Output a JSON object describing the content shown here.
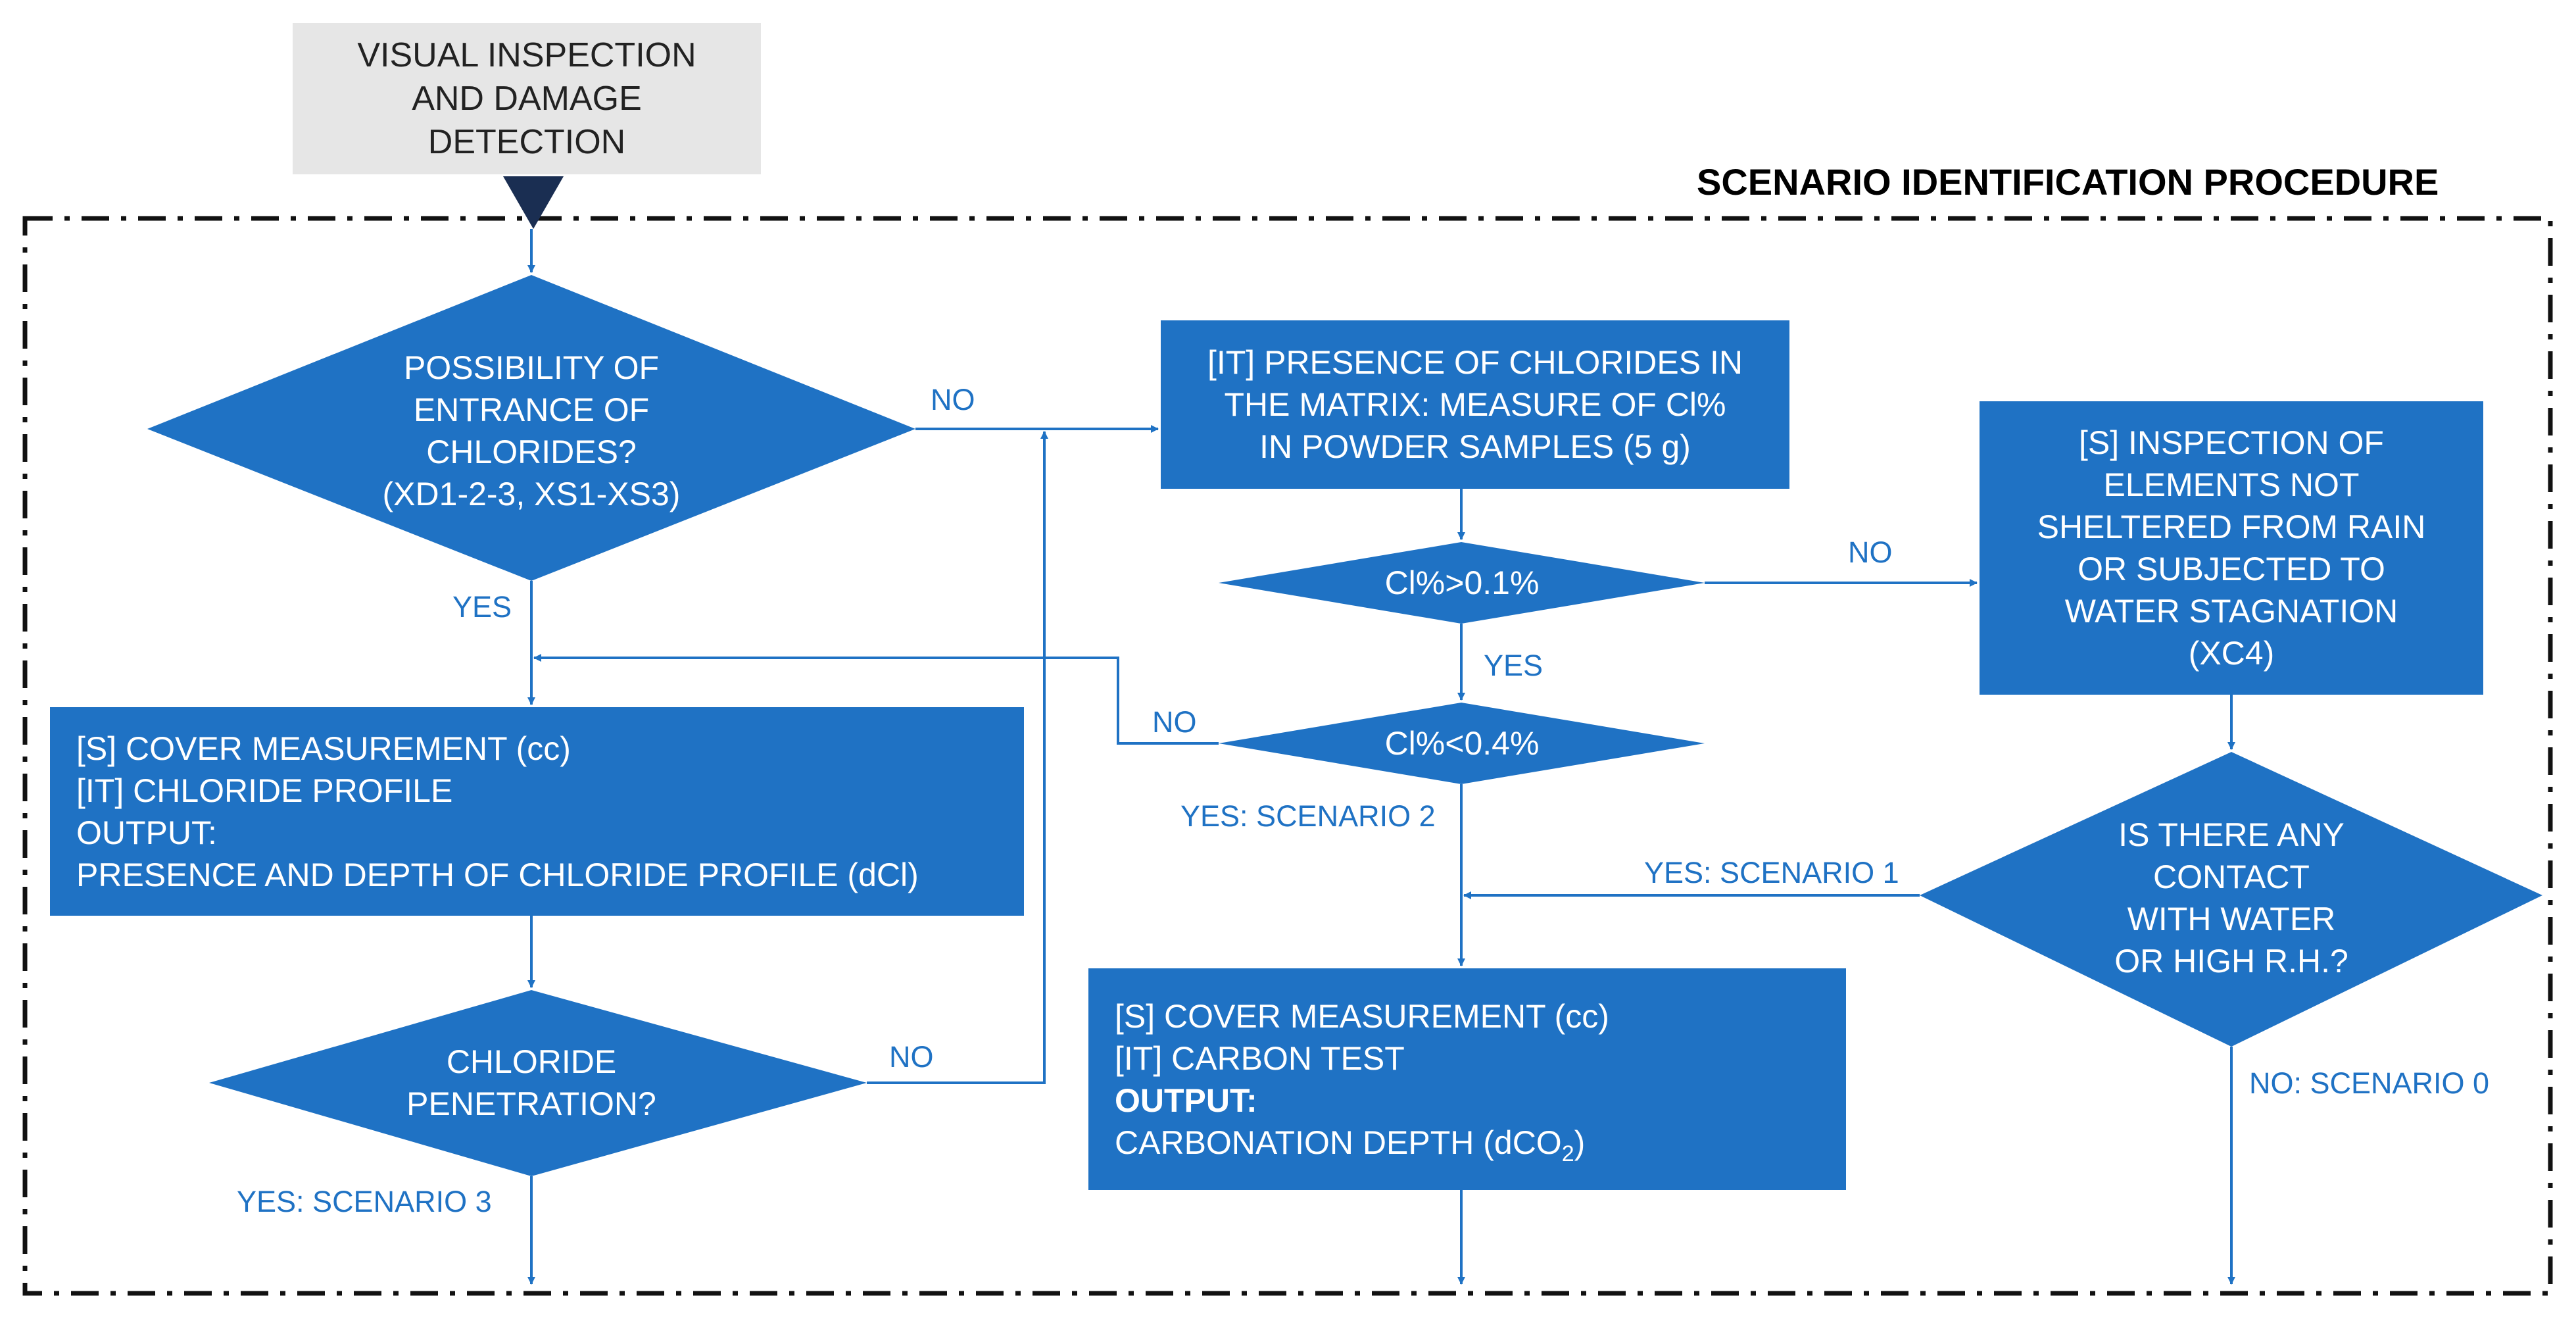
{
  "colors": {
    "node_fill": "#1f72c4",
    "start_fill": "#e6e6e6",
    "arrow": "#1f72c4",
    "frame": "#111111",
    "start_arrow": "#1a2e52",
    "edge_label": "#1f72c4"
  },
  "procedure_title": "SCENARIO IDENTIFICATION PROCEDURE",
  "start": {
    "lines": [
      "VISUAL INSPECTION",
      "AND DAMAGE",
      "DETECTION"
    ]
  },
  "decisions": {
    "chlorides_entrance": {
      "lines": [
        "POSSIBILITY OF",
        "ENTRANCE OF",
        "CHLORIDES?",
        "(XD1-2-3, XS1-XS3)"
      ]
    },
    "cl_above_01": {
      "lines": [
        "Cl%>0.1%"
      ]
    },
    "cl_below_04": {
      "lines": [
        "Cl%<0.4%"
      ]
    },
    "chloride_penetration": {
      "lines": [
        "CHLORIDE",
        "PENETRATION?"
      ]
    },
    "water_contact": {
      "lines": [
        "IS THERE ANY",
        "CONTACT",
        "WITH WATER",
        "OR HIGH R.H.?"
      ]
    }
  },
  "processes": {
    "chlorides_matrix": {
      "lines": [
        "[IT] PRESENCE OF CHLORIDES IN",
        "THE MATRIX: MEASURE OF Cl%",
        "IN POWDER SAMPLES (5 g)"
      ]
    },
    "inspection_rain": {
      "lines": [
        "[S] INSPECTION OF",
        "ELEMENTS NOT",
        "SHELTERED FROM RAIN",
        "OR SUBJECTED TO",
        "WATER STAGNATION",
        "(XC4)"
      ]
    },
    "chloride_profile": {
      "lines": [
        "[S] COVER MEASUREMENT (cc)",
        "[IT] CHLORIDE PROFILE",
        "OUTPUT:",
        "PRESENCE AND DEPTH OF CHLORIDE PROFILE (dCl)"
      ]
    },
    "carbon_test": {
      "lines": [
        "[S] COVER MEASUREMENT (cc)",
        "[IT] CARBON TEST",
        "OUTPUT:"
      ],
      "depth_prefix": "CARBONATION DEPTH (dCO",
      "depth_sub": "2",
      "depth_suffix": ")"
    }
  },
  "edge_labels": {
    "no_1": "NO",
    "yes_1": "YES",
    "no_2": "NO",
    "yes_2": "YES",
    "no_3": "NO",
    "yes_scenario_2": "YES: SCENARIO 2",
    "yes_scenario_1": "YES: SCENARIO 1",
    "no_4": "NO",
    "yes_scenario_3": "YES: SCENARIO 3",
    "no_scenario_0": "NO: SCENARIO 0"
  }
}
